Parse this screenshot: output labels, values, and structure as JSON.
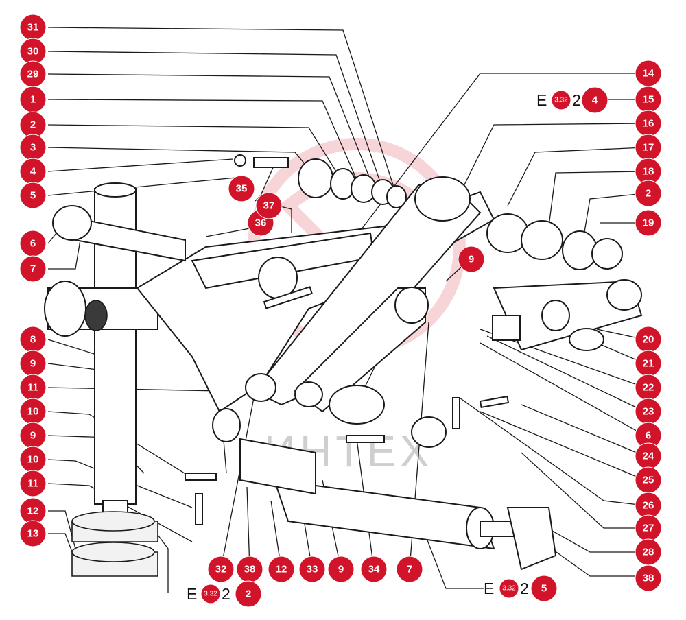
{
  "callouts_left": [
    "31",
    "30",
    "29",
    "1",
    "2",
    "3",
    "4",
    "5",
    "6",
    "7",
    "8",
    "9",
    "11",
    "10",
    "9",
    "10",
    "11",
    "12",
    "13"
  ],
  "callouts_right": [
    "14",
    "15",
    "16",
    "17",
    "18",
    "2",
    "19",
    "9",
    "20",
    "21",
    "22",
    "23",
    "6",
    "24",
    "25",
    "26",
    "27",
    "28",
    "38"
  ],
  "callouts_bottom": [
    "32",
    "38",
    "12",
    "33",
    "9",
    "34",
    "7"
  ],
  "callouts_inline": [
    "35",
    "36",
    "37"
  ],
  "references": [
    {
      "prefix": "E",
      "badge": "3.32",
      "suffix": "2",
      "callout": "4"
    },
    {
      "prefix": "E",
      "badge": "3.32",
      "suffix": "2",
      "callout": "2"
    },
    {
      "prefix": "E",
      "badge": "3.32",
      "suffix": "2",
      "callout": "5"
    }
  ],
  "watermark": "ИНТЕХ",
  "colors": {
    "callout": "#d2142a",
    "line": "#1a1a1a",
    "watermark": "#f3c2c6"
  }
}
